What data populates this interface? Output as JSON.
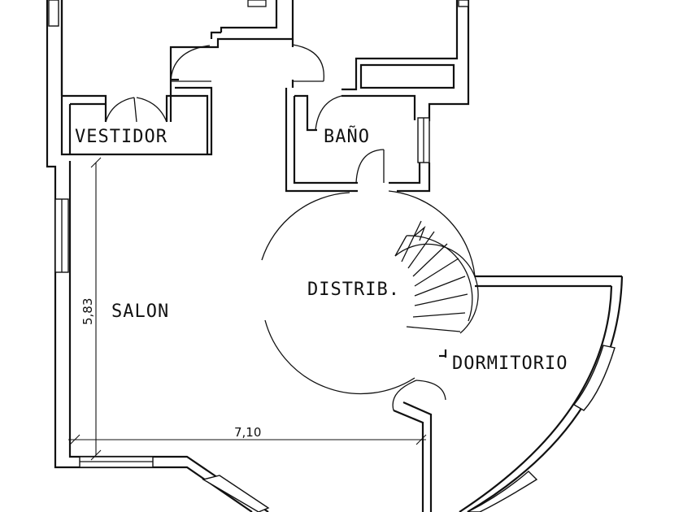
{
  "rooms": {
    "vestidor": "VESTIDOR",
    "bano": "BAÑO",
    "distrib": "DISTRIB.",
    "salon": "SALON",
    "dormitorio": "DORMITORIO"
  },
  "dimensions": {
    "height": "5,83",
    "width": "7,10"
  }
}
